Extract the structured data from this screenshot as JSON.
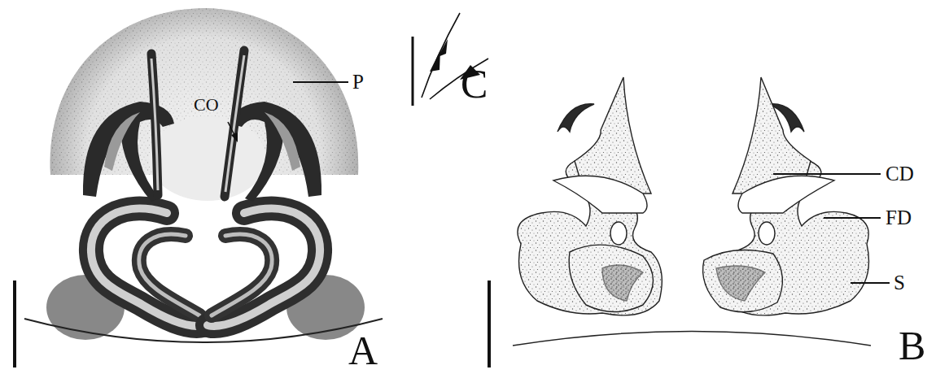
{
  "diagram": {
    "labels": [
      "CO",
      "P",
      "C",
      "CD",
      "FD",
      "S",
      "A",
      "B"
    ]
  }
}
